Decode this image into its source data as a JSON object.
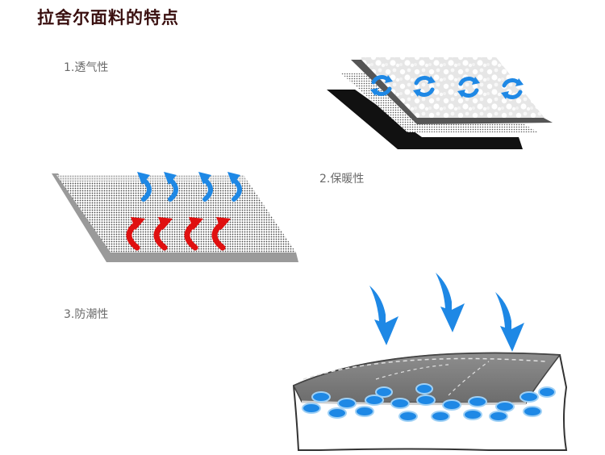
{
  "title": "拉舍尔面料的特点",
  "features": [
    {
      "label": "1.透气性",
      "icon": "circular-arrows-icon"
    },
    {
      "label": "2.保暖性",
      "icon": "heat-arrows-icon"
    },
    {
      "label": "3.防潮性",
      "icon": "down-arrows-icon"
    }
  ],
  "colors": {
    "title": "#3a1010",
    "label": "#6a6a6a",
    "blue": "#1e88e5",
    "red": "#e01010"
  }
}
